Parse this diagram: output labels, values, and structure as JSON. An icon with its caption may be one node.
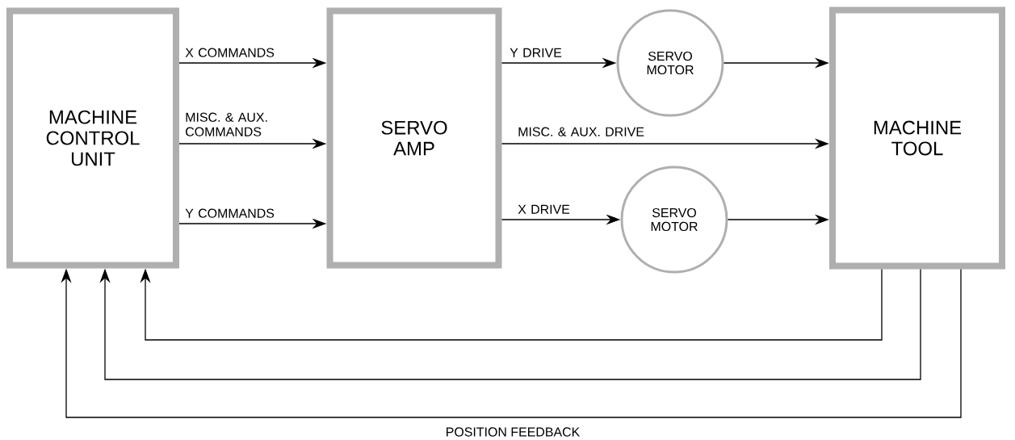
{
  "diagram": {
    "nodes": [
      {
        "text": [
          "MACHINE CONTROL UNIT"
        ]
      },
      {
        "text": [
          "SERVO AMP"
        ]
      },
      {
        "text": [
          "SERVO MOTOR"
        ]
      },
      {
        "text": [
          "SERVO MOTOR"
        ]
      },
      {
        "text": [
          "MACHINE TOOL"
        ]
      }
    ],
    "edges": [
      {
        "from": 0,
        "to": 1,
        "arrow": "to",
        "label": "X COMMANDS"
      },
      {
        "from": 0,
        "to": 1,
        "arrow": "to",
        "label": "MISC. & AUX. COMMANDS"
      },
      {
        "from": 0,
        "to": 1,
        "arrow": "to",
        "label": "Y COMMANDS"
      },
      {
        "from": 1,
        "to": 2,
        "arrow": "to",
        "label": "Y DRIVE"
      },
      {
        "from": 2,
        "to": 4,
        "arrow": "to"
      },
      {
        "from": 1,
        "to": 4,
        "arrow": "to",
        "label": "MISC. & AUX. DRIVE"
      },
      {
        "from": 1,
        "to": 3,
        "arrow": "to",
        "label": "X DRIVE"
      },
      {
        "from": 3,
        "to": 4,
        "arrow": "to"
      },
      {
        "from": 4,
        "to": 0,
        "arrow": "to"
      },
      {
        "from": 4,
        "to": 0,
        "arrow": "to"
      },
      {
        "from": 4,
        "to": 0,
        "arrow": "to"
      }
    ],
    "labels": [
      "POSITION FEEDBACK"
    ]
  }
}
